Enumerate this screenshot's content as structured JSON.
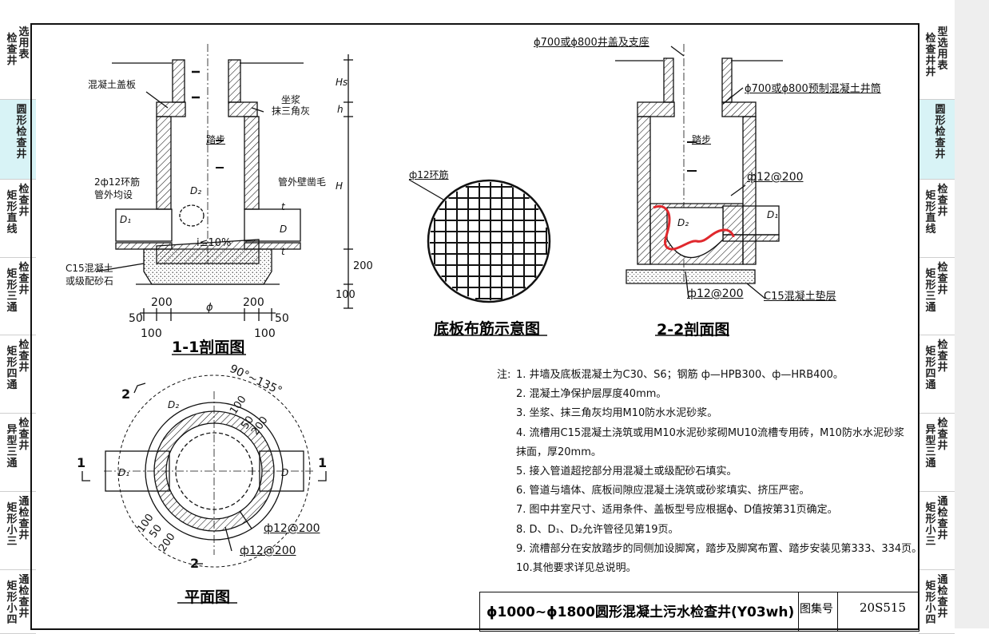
{
  "left_tabs": [
    {
      "label": "检查井选用表",
      "active": false
    },
    {
      "label": "圆形检查井",
      "active": true
    },
    {
      "label": "矩形直线检查井",
      "active": false
    },
    {
      "label": "矩形三通检查井",
      "active": false
    },
    {
      "label": "矩形四通检查井",
      "active": false
    },
    {
      "label": "异型三通检查井",
      "active": false
    },
    {
      "label": "矩形小三通检查井",
      "active": false
    },
    {
      "label": "矩形小四通检查井",
      "active": false
    }
  ],
  "right_tabs": [
    {
      "label": "检查井井型选用表",
      "active": false
    },
    {
      "label": "圆形检查井",
      "active": true
    },
    {
      "label": "矩形直线检查井",
      "active": false
    },
    {
      "label": "矩形三通检查井",
      "active": false
    },
    {
      "label": "矩形四通检查井",
      "active": false
    },
    {
      "label": "异型三通检查井",
      "active": false
    },
    {
      "label": "矩形小三通检查井",
      "active": false
    },
    {
      "label": "矩形小四通检查井",
      "active": false
    }
  ],
  "section11": {
    "title": "1-1剖面图",
    "labels": {
      "cover": "混凝土盖板",
      "mortar1": "坐浆",
      "mortar2": "抹三角灰",
      "step": "踏步",
      "ring1": "2ф12环筋",
      "ring2": "管外均设",
      "roughen": "管外壁凿毛",
      "base1": "C15混凝土",
      "base2": "或级配砂石",
      "slope": "i≤10%",
      "d1": "D₁",
      "d2": "D₂",
      "d": "D",
      "hs": "Hs",
      "h": "h",
      "H": "H",
      "t1": "t",
      "t2": "t",
      "dim200v": "200",
      "dim100v": "100",
      "dim200a": "200",
      "dimphi": "ϕ",
      "dim200b": "200",
      "dim50a": "50",
      "dim50b": "50",
      "dim100a": "100",
      "dim100b": "100"
    }
  },
  "plate": {
    "title": "底板布筋示意图",
    "label": "ф12环筋"
  },
  "section22": {
    "title": "2-2剖面图",
    "labels": {
      "cover": "ϕ700或ϕ800井盖及支座",
      "tube": "ϕ700或ϕ800预制混凝土井筒",
      "step": "踏步",
      "rebar1": "ф12@200",
      "rebar2": "ф12@200",
      "cushion": "C15混凝土垫层",
      "d1": "D₁",
      "d2": "D₂"
    },
    "annotation_color": "#e0282d"
  },
  "plan": {
    "title": "平面图",
    "labels": {
      "angle": "90°~135°",
      "d2": "D₂",
      "d1": "D₁",
      "d": "D",
      "r100a": "100",
      "r50a": "50",
      "r200a": "200",
      "r100b": "100",
      "r50b": "50",
      "r200b": "200",
      "rebar1": "ф12@200",
      "rebar2": "ф12@200",
      "cut1l": "1",
      "cut1r": "1",
      "cut2t": "2",
      "cut2b": "2"
    }
  },
  "notes": {
    "prefix": "注:",
    "items": [
      "1. 井墙及底板混凝土为C30、S6；钢筋 ф—HPB300、ф—HRB400。",
      "2. 混凝土净保护层厚度40mm。",
      "3. 坐浆、抹三角灰均用M10防水水泥砂浆。",
      "4. 流槽用C15混凝土浇筑或用M10水泥砂浆砌MU10流槽专用砖，M10防水水泥砂浆",
      "    抹面，厚20mm。",
      "5. 接入管道超挖部分用混凝土或级配砂石填实。",
      "6. 管道与墙体、底板间隙应混凝土浇筑或砂浆填实、挤压严密。",
      "7. 图中井室尺寸、适用条件、盖板型号应根据ϕ、D值按第31页确定。",
      "8. D、D₁、D₂允许管径见第19页。",
      "9. 流槽部分在安放踏步的同侧加设脚窝，踏步及脚窝布置、踏步安装见第333、334页。",
      "10.其他要求详见总说明。"
    ]
  },
  "titleblock": {
    "title": "ϕ1000~ϕ1800圆形混凝土污水检查井(Y03wh)",
    "atlas_label": "图集号",
    "atlas_number": "20S515"
  }
}
